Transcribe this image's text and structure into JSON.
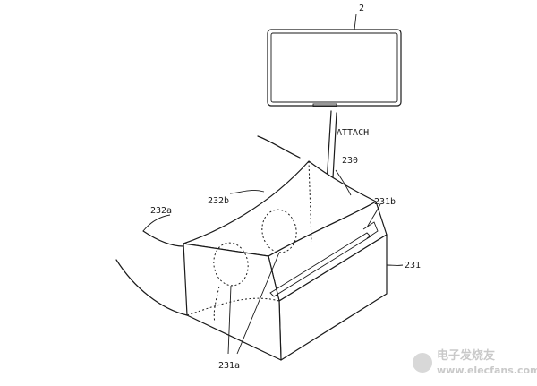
{
  "labels": {
    "device": "2",
    "attach": "ATTACH",
    "goggles": "230",
    "panel_b": "232b",
    "panel_a": "232a",
    "slot": "231b",
    "housing": "231",
    "lenses": "231a"
  },
  "watermark": {
    "cn": "电子发烧友",
    "url": "www.elecfans.com"
  }
}
